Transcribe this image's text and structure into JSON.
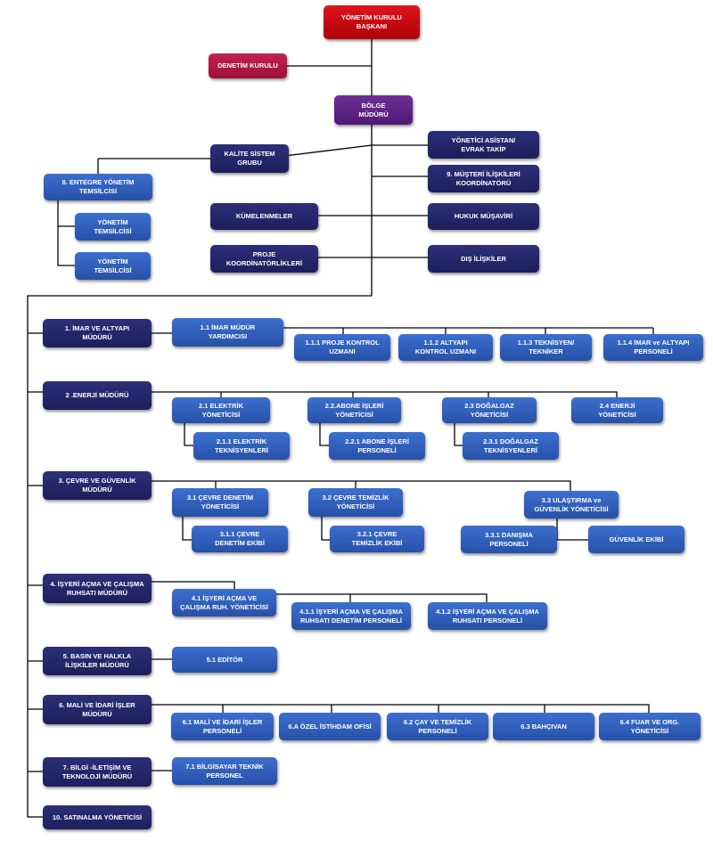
{
  "colors": {
    "red": "#c8101a",
    "pink": "#b01842",
    "purple": "#5c2283",
    "navy": "#23266a",
    "blue": "#3060bf",
    "line": "#000000"
  },
  "top": {
    "president": "YÖNETİM KURULU\nBAŞKANI",
    "audit": "DENETİM KURULU",
    "region": "BÖLGE\nMÜDÜRÜ",
    "quality": "KALİTE SİSTEM\nGRUBU",
    "assistant": "YÖNETİCİ ASİSTAN/\nEVRAK TAKİP",
    "customer": "9. MÜŞTERİ İLİŞKİLERİ\nKOORDİNATÖRÜ",
    "integrated": "8. ENTEGRE YÖNETİM\nTEMSİLCİSİ",
    "rep1": "YÖNETİM\nTEMSİLCİSİ",
    "rep2": "YÖNETİM\nTEMSİLCİSİ",
    "cluster": "KÜMELENMELER",
    "legal": "HUKUK MÜŞAVİRİ",
    "project": "PROJE\nKOORDİNATÖRLİKLERİ",
    "foreign": "DIŞ İLİŞKİLER"
  },
  "d1": {
    "head": "1. İMAR VE ALTYAPI\nMÜDÜRÜ",
    "sub": "1.1 İMAR MÜDÜR\nYARDIMCISI",
    "items": [
      "1.1.1 PROJE KONTROL\nUZMANI",
      "1.1.2 ALTYAPI\nKONTROL UZMANI",
      "1.1.3 TEKNİSYEN/\nTEKNİKER",
      "1.1.4 İMAR ve ALTYAPI\nPERSONELİ"
    ]
  },
  "d2": {
    "head": "2 .ENERJİ MÜDÜRÜ",
    "subs": [
      "2.1 ELEKTRİK\nYÖNETİCİSİ",
      "2.2.ABONE İŞLERİ\nYÖNETİCİSİ",
      "2.3 DOĞALGAZ\nYÖNETİCİSİ",
      "2.4 ENERJİ\nYÖNETİCİSİ"
    ],
    "subsubs": [
      "2.1.1 ELEKTRİK\nTEKNİSYENLERİ",
      "2.2.1 ABONE İŞLERİ\nPERSONELİ",
      "2.3.1 DOĞALGAZ\nTEKNİSYENLERİ"
    ]
  },
  "d3": {
    "head": "3. ÇEVRE VE GÜVENLİK\nMÜDÜRÜ",
    "subs": [
      "3.1 ÇEVRE DENETİM\nYÖNETİCİSİ",
      "3.2 ÇEVRE TEMİZLİK\nYÖNETİCİSİ",
      "3.3 ULAŞTIRMA ve\nGÜVENLİK YÖNETİCİSİ"
    ],
    "subsubs": [
      "3.1.1 ÇEVRE\nDENETİM EKİBİ",
      "3.2.1 ÇEVRE\nTEMİZLİK EKİBİ",
      "3.3.1 DANIŞMA\nPERSONELİ",
      "GÜVENLİK EKİBİ"
    ]
  },
  "d4": {
    "head": "4. İŞYERİ AÇMA VE ÇALIŞMA\nRUHSATI MÜDÜRÜ",
    "sub": "4.1 İŞYERİ AÇMA VE\nÇALIŞMA RUH. YÖNETİCİSİ",
    "items": [
      "4.1.1 İŞYERİ AÇMA VE ÇALIŞMA\nRUHSATI DENETİM PERSONELİ",
      "4.1.2 İŞYERİ AÇMA VE ÇALIŞMA\nRUHSATI PERSONELİ"
    ]
  },
  "d5": {
    "head": "5. BASIN VE HALKLA\nİLİŞKİLER MÜDÜRÜ",
    "sub": "5.1 EDİTÖR"
  },
  "d6": {
    "head": "6. MALİ VE İDARİ İŞLER\nMÜDÜRÜ",
    "items": [
      "6.1 MALİ VE İDARİ İŞLER\nPERSONELİ",
      "6.A ÖZEL İSTİHDAM OFİSİ",
      "6.2 ÇAY VE TEMİZLİK\nPERSONELİ",
      "6.3 BAHÇIVAN",
      "6.4 FUAR VE ORG.\nYÖNETİCİSİ"
    ]
  },
  "d7": {
    "head": "7. BİLGİ -İLETİŞİM VE\nTEKNOLOJİ MÜDÜRÜ",
    "sub": "7.1 BİLGİSAYAR TEKNİK\nPERSONEL"
  },
  "d10": {
    "head": "10. SATINALMA YÖNETİCİSİ"
  }
}
